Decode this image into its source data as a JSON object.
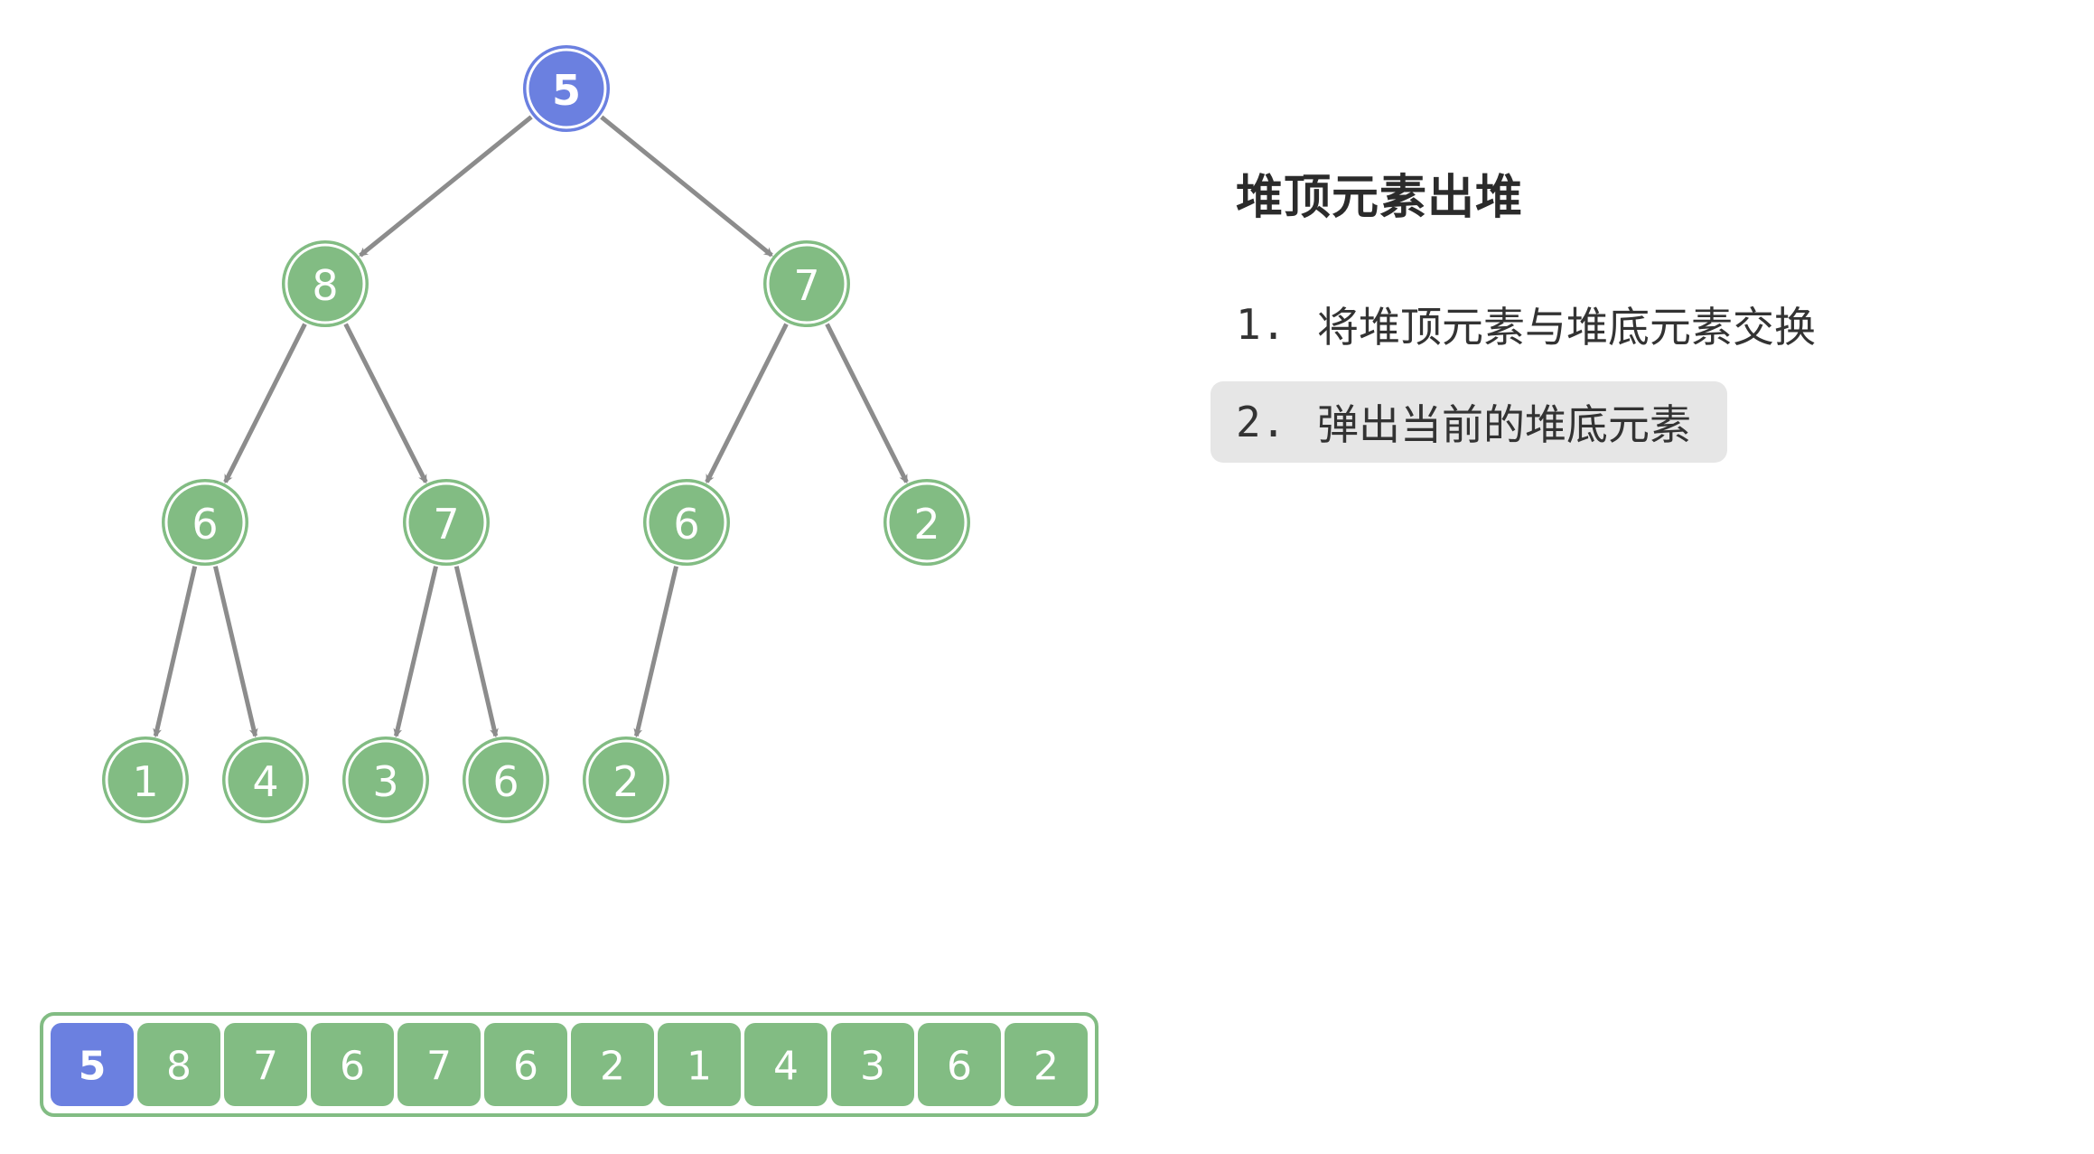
{
  "title": "堆顶元素出堆",
  "steps": [
    {
      "num": "1.",
      "text": "将堆顶元素与堆底元素交换",
      "active": false
    },
    {
      "num": "2.",
      "text": "弹出当前的堆底元素",
      "active": true
    }
  ],
  "colors": {
    "green_fill": "#82bc83",
    "green_stroke": "#ffffff",
    "green_ring": "#82bc83",
    "blue_fill": "#6b80e0",
    "blue_ring": "#6b80e0",
    "edge": "#8c8c8c",
    "array_border": "#82bc83"
  },
  "tree": {
    "nodes": [
      {
        "id": 0,
        "value": "5",
        "highlight": true
      },
      {
        "id": 1,
        "value": "8"
      },
      {
        "id": 2,
        "value": "7"
      },
      {
        "id": 3,
        "value": "6"
      },
      {
        "id": 4,
        "value": "7"
      },
      {
        "id": 5,
        "value": "6"
      },
      {
        "id": 6,
        "value": "2"
      },
      {
        "id": 7,
        "value": "1"
      },
      {
        "id": 8,
        "value": "4"
      },
      {
        "id": 9,
        "value": "3"
      },
      {
        "id": 10,
        "value": "6"
      },
      {
        "id": 11,
        "value": "2"
      }
    ],
    "edges": [
      [
        0,
        1
      ],
      [
        0,
        2
      ],
      [
        1,
        3
      ],
      [
        1,
        4
      ],
      [
        2,
        5
      ],
      [
        2,
        6
      ],
      [
        3,
        7
      ],
      [
        3,
        8
      ],
      [
        4,
        9
      ],
      [
        4,
        10
      ],
      [
        5,
        11
      ]
    ]
  },
  "array": {
    "values": [
      "5",
      "8",
      "7",
      "6",
      "7",
      "6",
      "2",
      "1",
      "4",
      "3",
      "6",
      "2"
    ],
    "highlight_index": 0
  }
}
